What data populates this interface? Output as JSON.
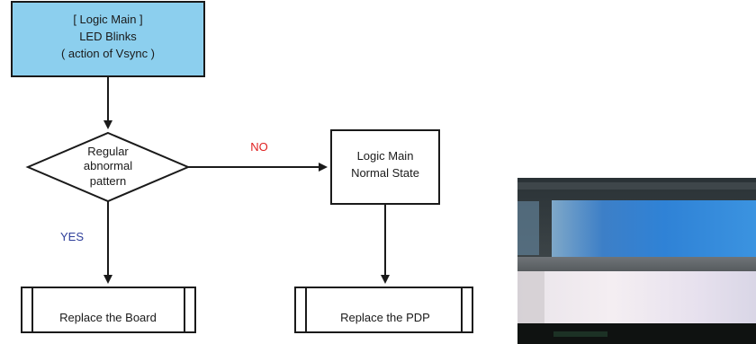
{
  "flowchart": {
    "start": {
      "line1": "[ Logic Main ]",
      "line2": "LED Blinks",
      "line3": "( action of Vsync )"
    },
    "decision": {
      "line1": "Regular",
      "line2": "abnormal",
      "line3": "pattern"
    },
    "edge_no": "NO",
    "edge_yes": "YES",
    "normal_state": {
      "line1": "Logic Main",
      "line2": "Normal State"
    },
    "replace_board": "Replace the Board",
    "replace_pdp": "Replace the PDP"
  },
  "colors": {
    "start_fill": "#8ccfee",
    "edge_no": "#e02020",
    "edge_yes": "#2f3f9a",
    "line": "#1a1a1a"
  }
}
